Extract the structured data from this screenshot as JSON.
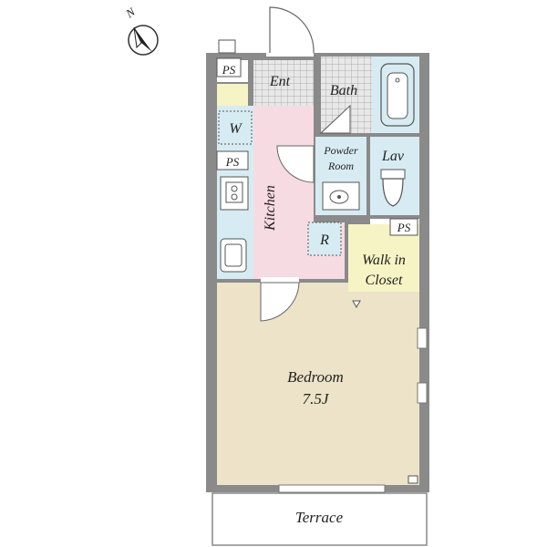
{
  "compass": {
    "label": "N",
    "icon": "north-arrow-icon"
  },
  "rooms": {
    "entrance": "Ent",
    "bath": "Bath",
    "powder_room": [
      "Powder",
      "Room"
    ],
    "lavatory": "Lav",
    "washer": "W",
    "kitchen": "Kitchen",
    "refrigerator": "R",
    "walk_in_closet": [
      "Walk in",
      "Closet"
    ],
    "bedroom": [
      "Bedroom",
      "7.5J"
    ],
    "terrace": "Terrace"
  },
  "pipe_spaces": [
    "PS",
    "PS",
    "PS"
  ],
  "colors": {
    "wall": "#8a8a8a",
    "kitchen": "#f7dbe2",
    "wet_area": "#d7ecf2",
    "bedroom": "#ece3c8",
    "closet": "#f6f4c5",
    "floor_tile": "#e6e6e6"
  }
}
